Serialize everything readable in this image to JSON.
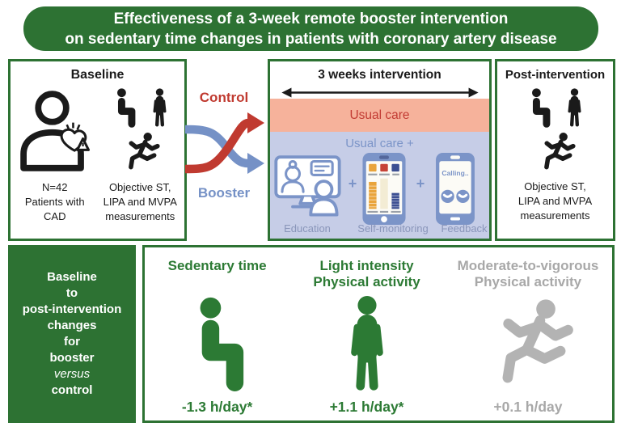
{
  "colors": {
    "green": "#2d7233",
    "red": "#c03a30",
    "steel_blue": "#7591c6",
    "salmon_band": "#f6b29b",
    "lavender_band": "#c6cde7",
    "component_label_blue": "#8a96ba",
    "gray": "#a8a8a8",
    "black": "#1a1a1a",
    "orange_bar": "#e9a43c",
    "navy_bar": "#3c4f92",
    "red_square": "#c64237"
  },
  "title": {
    "line1": "Effectiveness of a 3-week remote booster intervention",
    "line2": "on sedentary time changes in patients with coronary artery disease"
  },
  "baseline": {
    "title": "Baseline",
    "n": "N=42",
    "patients_line1": "Patients with",
    "patients_line2": "CAD"
  },
  "measurements": {
    "line1": "Objective ST,",
    "line2": "LIPA and MVPA",
    "line3": "measurements"
  },
  "arms": {
    "control": "Control",
    "booster": "Booster"
  },
  "intervention": {
    "title": "3 weeks intervention",
    "usual_care": "Usual care",
    "usual_care_plus": "Usual care +",
    "plus": "+",
    "education_label": "Education",
    "self_monitoring_label": "Self-monitoring",
    "feedback_label": "Feedback",
    "calling_text": "Calling.."
  },
  "post": {
    "title": "Post-intervention"
  },
  "results": {
    "sidebar": [
      "Baseline",
      "to",
      "post-intervention",
      "changes",
      "for",
      "booster",
      "versus",
      "control"
    ],
    "columns": [
      {
        "title1": "Sedentary time",
        "title2": "",
        "value": "-1.3 h/day*"
      },
      {
        "title1": "Light intensity",
        "title2": "Physical activity",
        "value": "+1.1 h/day*"
      },
      {
        "title1": "Moderate-to-vigorous",
        "title2": "Physical activity",
        "value": "+0.1 h/day"
      }
    ]
  }
}
